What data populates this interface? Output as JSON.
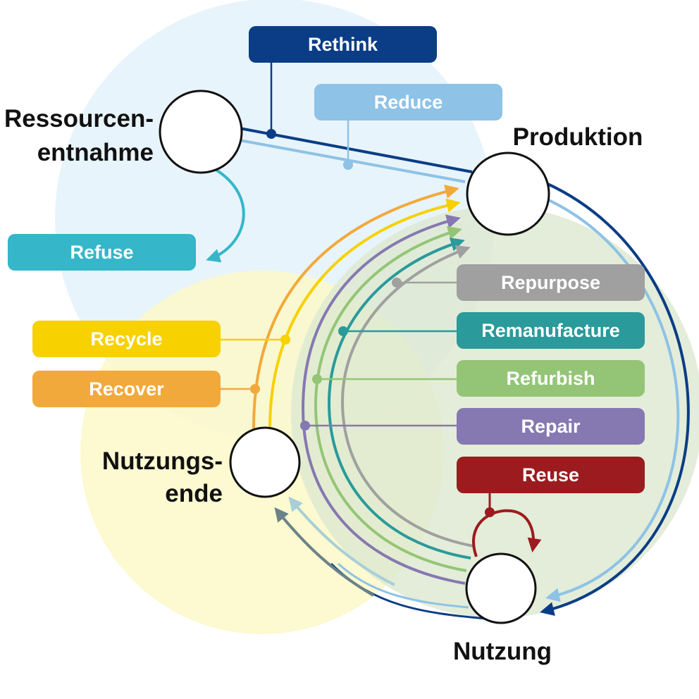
{
  "stages": {
    "ressourcenentnahme": [
      "Ressourcen-",
      "entnahme"
    ],
    "produktion": "Produktion",
    "nutzung": "Nutzung",
    "nutzungsende": [
      "Nutzungs-",
      "ende"
    ]
  },
  "strategies": {
    "rethink": {
      "label": "Rethink",
      "color": "#0a3d86"
    },
    "reduce": {
      "label": "Reduce",
      "color": "#8ec2e6"
    },
    "refuse": {
      "label": "Refuse",
      "color": "#35b6c9"
    },
    "recycle": {
      "label": "Recycle",
      "color": "#f7d100"
    },
    "recover": {
      "label": "Recover",
      "color": "#f2a93b"
    },
    "repurpose": {
      "label": "Repurpose",
      "color": "#a0a0a0"
    },
    "remanufacture": {
      "label": "Remanufacture",
      "color": "#2a9a9a"
    },
    "refurbish": {
      "label": "Refurbish",
      "color": "#94c577"
    },
    "repair": {
      "label": "Repair",
      "color": "#8678b1"
    },
    "reuse": {
      "label": "Reuse",
      "color": "#9c1b1f"
    }
  },
  "zone_colors": {
    "resource_zone": "#e7f3fb",
    "end_of_use_zone": "#fdf8c8",
    "use_zone": "#dce9cf"
  }
}
